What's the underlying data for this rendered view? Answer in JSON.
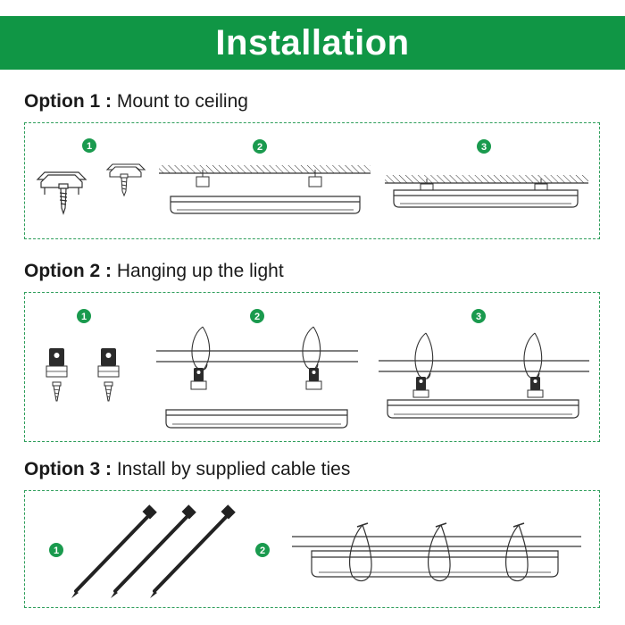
{
  "header": {
    "title": "Installation"
  },
  "options": [
    {
      "label": "Option 1 :",
      "desc": "Mount to ceiling",
      "steps": [
        "1",
        "2",
        "3"
      ]
    },
    {
      "label": "Option 2 :",
      "desc": "Hanging up the light",
      "steps": [
        "1",
        "2",
        "3"
      ]
    },
    {
      "label": "Option 3 :",
      "desc": "Install by supplied cable ties",
      "steps": [
        "1",
        "2"
      ]
    }
  ],
  "colors": {
    "brand_green": "#109645",
    "panel_border": "#2e9e5b",
    "step_badge": "#1a9a4e"
  }
}
